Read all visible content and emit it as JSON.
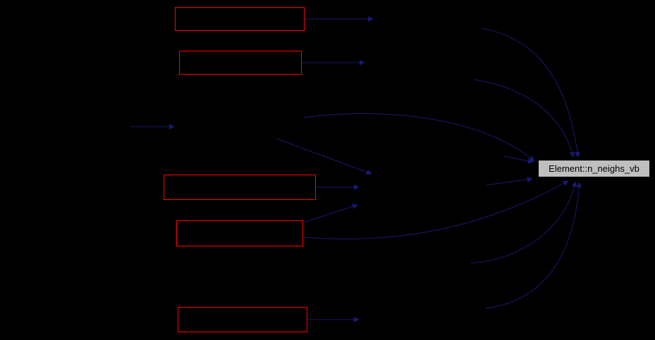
{
  "diagram": {
    "type": "call-graph",
    "background_color": "#000000",
    "edge_color": "#191970",
    "caller_box_border_color": "#ff0000",
    "caller_boxes_count": 5,
    "highlight_node": {
      "label": "Element::n_neighs_vb",
      "fill_color": "#bfbfbf",
      "border_color": "#000000",
      "text_color": "#000000"
    }
  }
}
